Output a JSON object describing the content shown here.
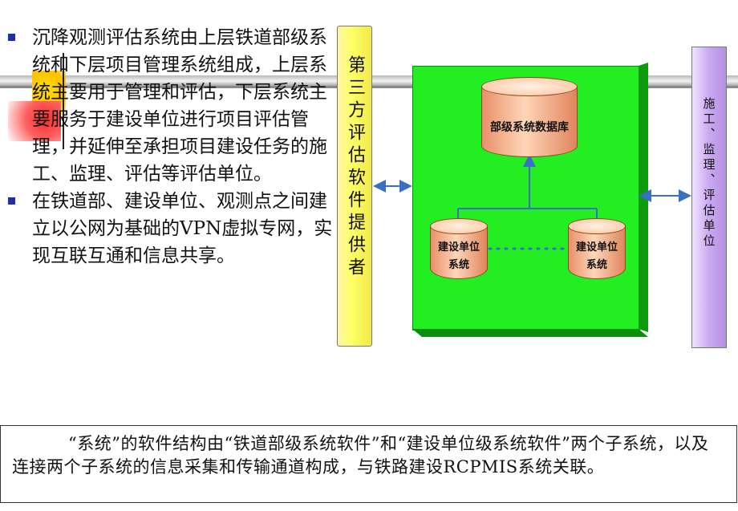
{
  "bullets": [
    "沉降观测评估系统由上层铁道部级系统和下层项目管理系统组成，上层系统主要用于管理和评估，下层系统主要服务于建设单位进行项目评估管理，并延伸至承担项目建设任务的施工、监理、评估等评估单位。",
    "在铁道部、建设单位、观测点之间建立以公网为基础的VPN虚拟专网，实现互联互通和信息共享。"
  ],
  "diagram": {
    "left_column": "第三方评估软件提供者",
    "right_column": "施工、监理、评估单位",
    "main_db": "部级系统数据库",
    "left_db_line1": "建设单位",
    "left_db_line2": "系统",
    "right_db_line1": "建设单位",
    "right_db_line2": "系统"
  },
  "note": "“系统”的软件结构由“铁道部级系统软件”和“建设单位级系统软件”两个子系统，以及连接两个子系统的信息采集和传输通道构成，与铁路建设RCPMIS系统关联。",
  "colors": {
    "bullet": "#1f2fa8",
    "green_box": "#22ee22",
    "left_column": "#ffff66",
    "right_column": "#c9a8f0",
    "arrows": "#3a6fc4"
  }
}
